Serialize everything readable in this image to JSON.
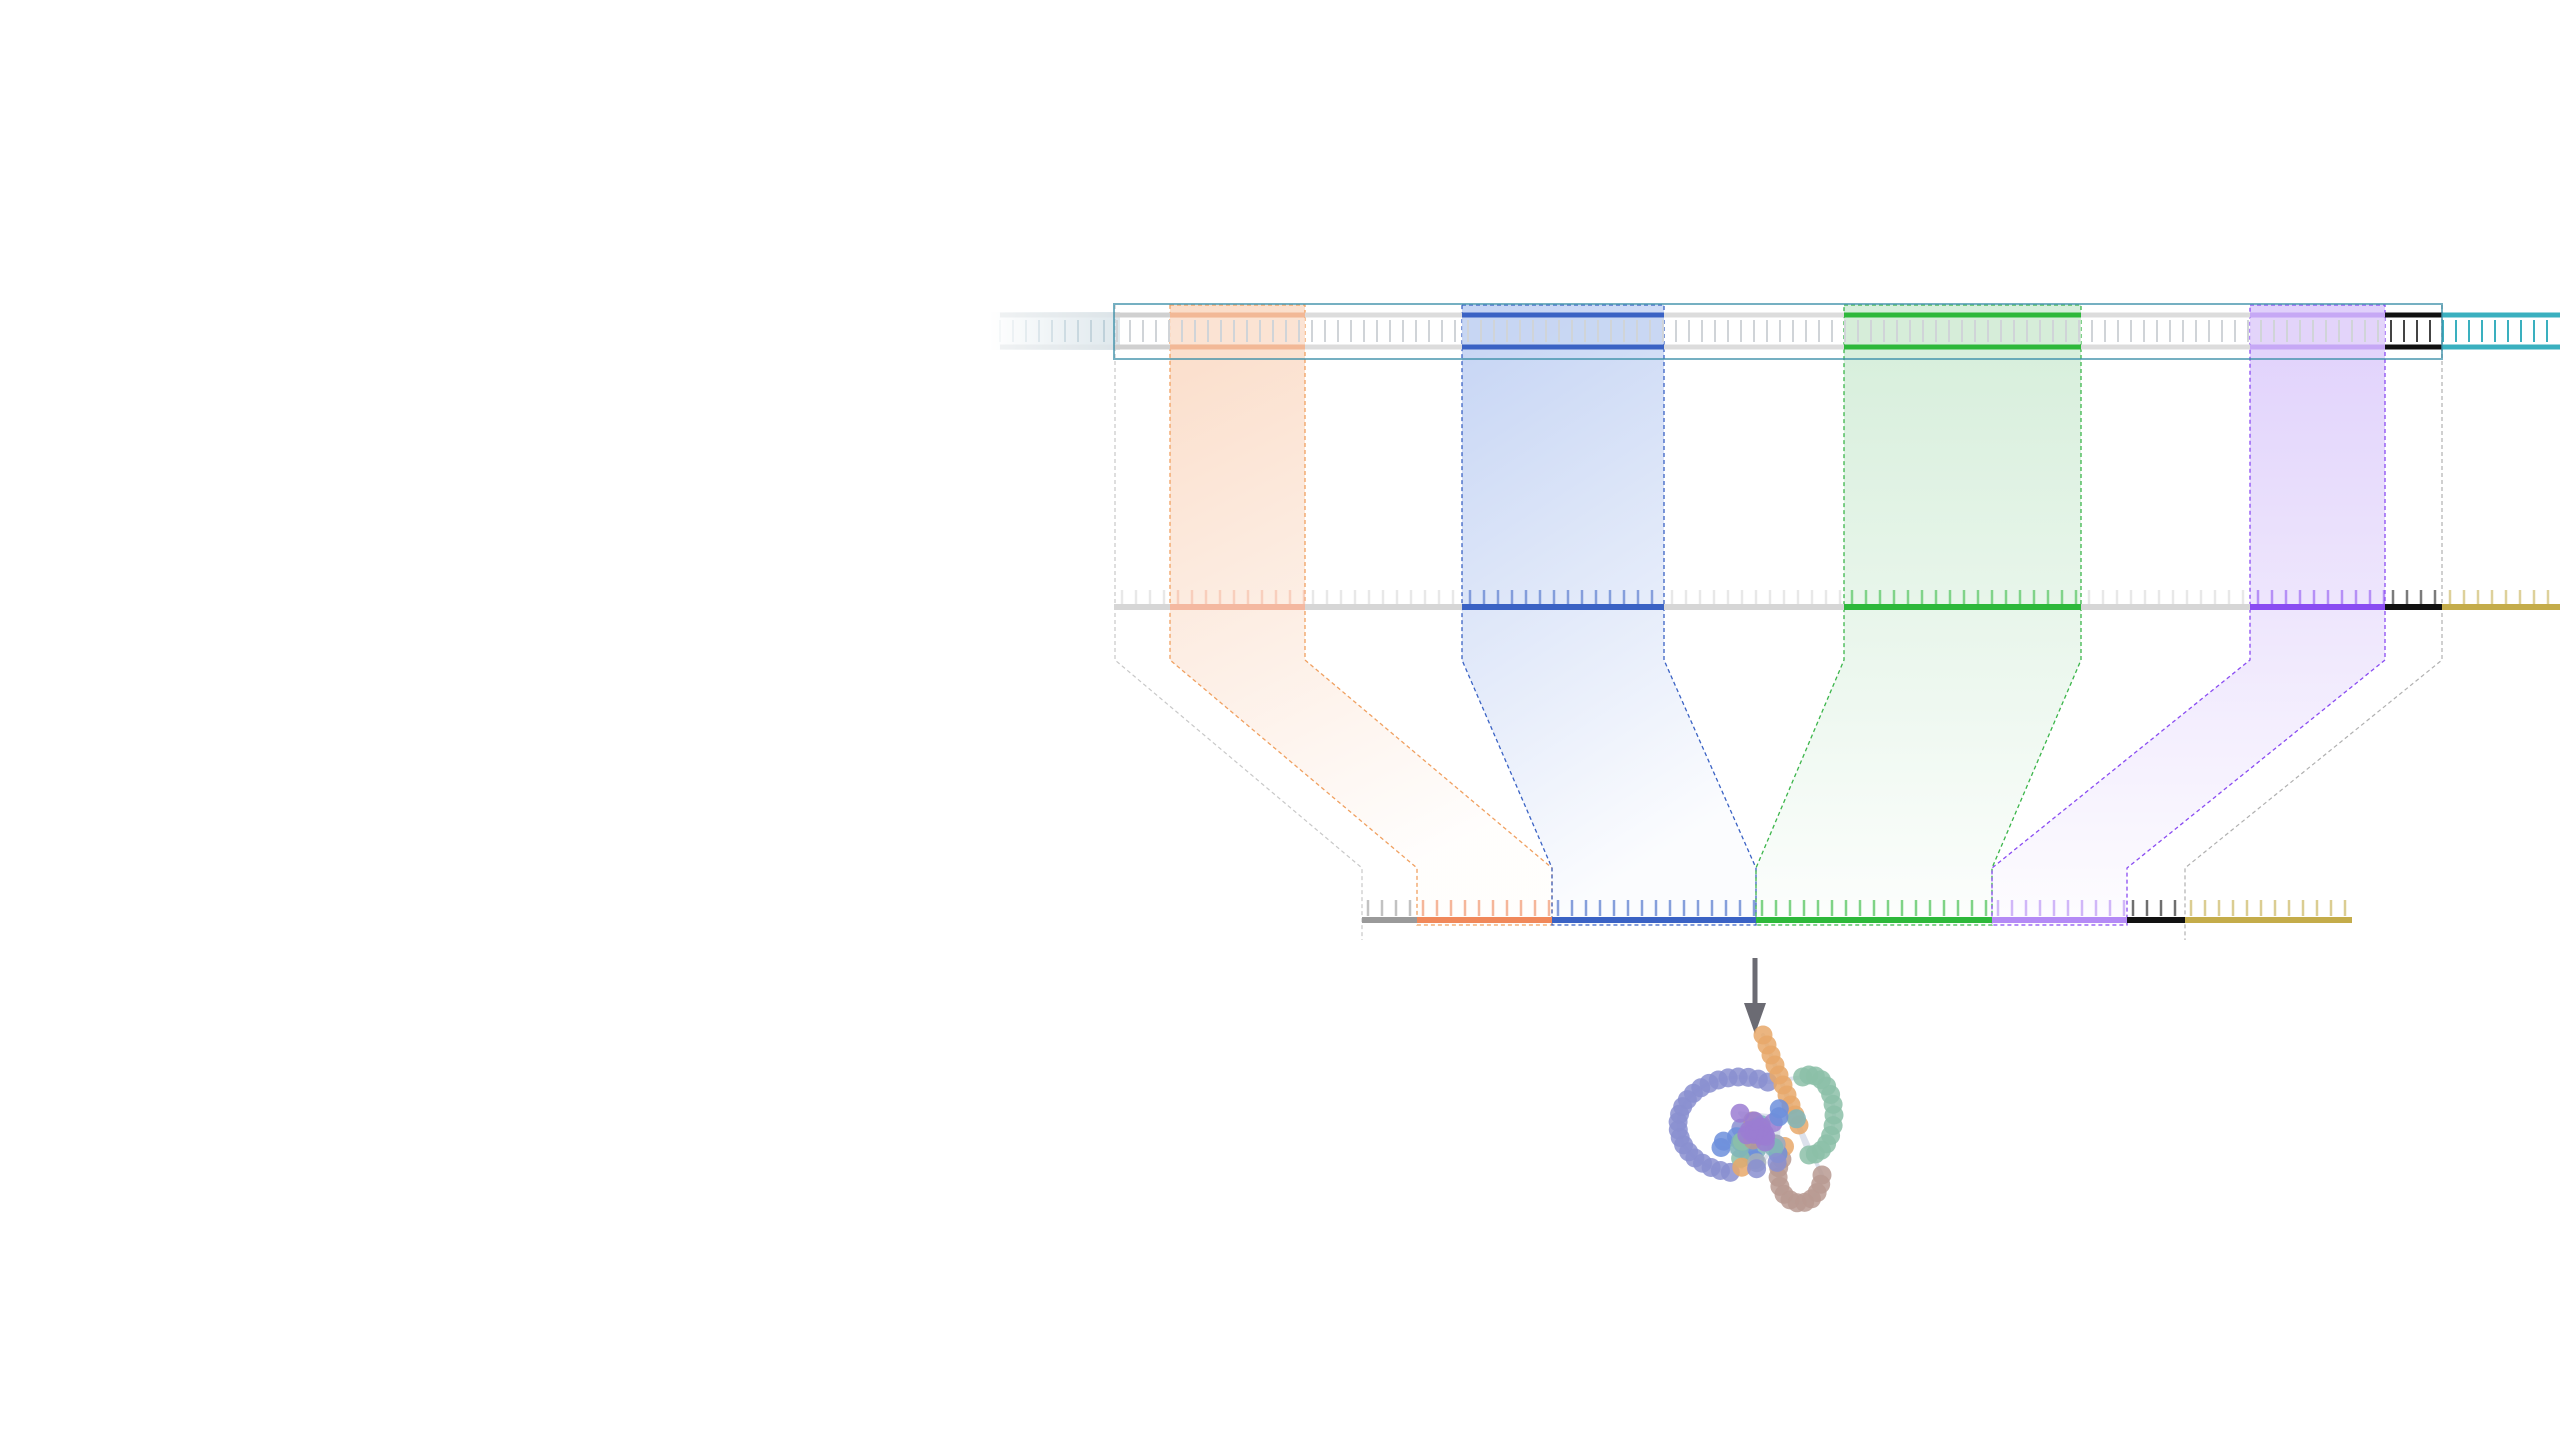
{
  "diagram": {
    "kind": "gene expression: DNA to pre-mRNA to spliced mRNA to folded protein",
    "segments": [
      {
        "name": "promoter-region",
        "role": "flanking",
        "color": "#bdbdbd"
      },
      {
        "name": "5-utr",
        "role": "utr",
        "color": "#aaaaaa"
      },
      {
        "name": "exon-1",
        "role": "exon",
        "color": "#f0885a"
      },
      {
        "name": "intron-1",
        "role": "intron",
        "color": "#d0d0d0"
      },
      {
        "name": "exon-2",
        "role": "exon",
        "color": "#3a62c4"
      },
      {
        "name": "intron-2",
        "role": "intron",
        "color": "#d0d0d0"
      },
      {
        "name": "exon-3",
        "role": "exon",
        "color": "#2db83a"
      },
      {
        "name": "intron-3",
        "role": "intron",
        "color": "#d0d0d0"
      },
      {
        "name": "exon-4",
        "role": "exon",
        "color": "#8a4cf2"
      },
      {
        "name": "stop-region",
        "role": "stop",
        "color": "#111111"
      },
      {
        "name": "3-utr-tail",
        "role": "tail",
        "color": "#c4ac4a"
      },
      {
        "name": "downstream-dna",
        "role": "flanking",
        "color": "#3ab0bf"
      }
    ],
    "colors": {
      "exon1": "#f0885a",
      "exon2": "#3a62c4",
      "exon3": "#2db83a",
      "exon4": "#8a4cf2",
      "stop": "#111111",
      "tail": "#c4ac4a",
      "dna_highlight": "#3ab0bf",
      "arrow": "#6b6b73"
    },
    "protein_palette": [
      "#8a8fd0",
      "#6d8fdc",
      "#8cc0a8",
      "#e8a86a",
      "#9b7cd2",
      "#b89a92",
      "#7fb5b8",
      "#a6b0b8"
    ]
  }
}
